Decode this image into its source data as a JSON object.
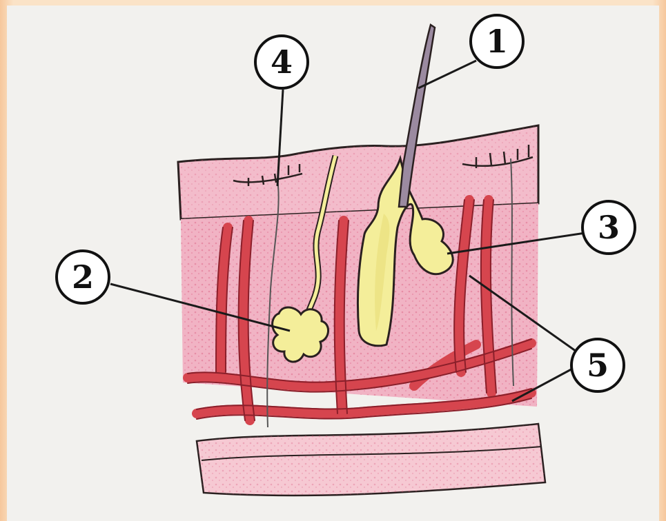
{
  "callouts": [
    {
      "id": "label-1",
      "text": "1"
    },
    {
      "id": "label-2",
      "text": "2"
    },
    {
      "id": "label-3",
      "text": "3"
    },
    {
      "id": "label-4",
      "text": "4"
    },
    {
      "id": "label-5",
      "text": "5"
    }
  ],
  "colors": {
    "background": "#f2f1ee",
    "frame": "#f7c79a",
    "epidermis": "#f2b9c9",
    "dermis": "#e88aa5",
    "vessel": "#d4464f",
    "gland": "#f4ee9a",
    "outline": "#222222"
  }
}
